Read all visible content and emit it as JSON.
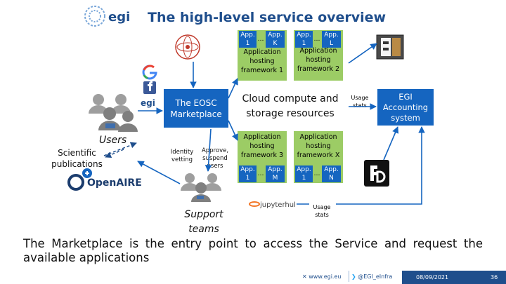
{
  "title": "The high-level service overview",
  "logos": {
    "egi_top": "egi",
    "egi_small": "egi",
    "openaire": "OpenAIRE",
    "jupyterhub": "jupyterhub"
  },
  "marketplace": "The EOSC Marketplace",
  "cloud": "Cloud compute and storage resources",
  "framework_boxes": [
    {
      "apps": [
        "App. 1",
        "App. K"
      ],
      "label": "Application hosting framework 1"
    },
    {
      "apps": [
        "App. 1",
        "App. L"
      ],
      "label": "Application hosting framework 2"
    },
    {
      "apps": [
        "App. 1",
        "App. M"
      ],
      "label": "Application hosting framework 3"
    },
    {
      "apps": [
        "App. 1",
        "App. N"
      ],
      "label": "Application hosting framework X"
    }
  ],
  "ellipsis": "…",
  "users": "Users",
  "scientific": "Scientific publications",
  "identity": "Identity vetting",
  "approve": "Approve, suspend users",
  "support": "Support teams",
  "usage_stats_top": "Usage stats",
  "usage_stats_bottom": "Usage stats",
  "accounting": "EGI Accounting system",
  "caption": "The Marketplace is the entry point to access the Service and request the available applications",
  "footer": {
    "web": "www.egi.eu",
    "twitter": "@EGI_eInfra",
    "date": "08/09/2021",
    "page": "36"
  },
  "colors": {
    "accent": "#1565c0",
    "green": "#9ccc65",
    "title": "#1f4e8c"
  }
}
